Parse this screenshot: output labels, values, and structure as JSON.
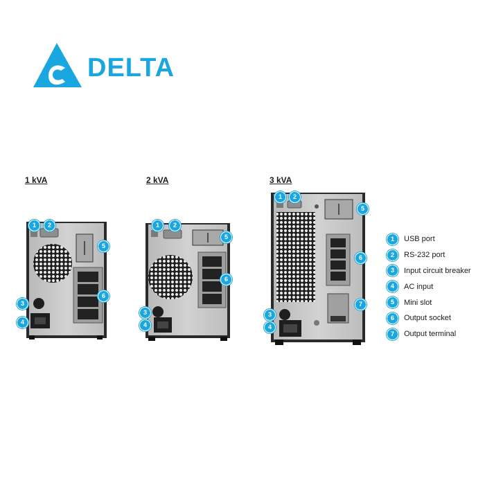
{
  "brand": {
    "logo_text": "DELTA",
    "accent_color": "#1aa7e0",
    "logo_icon": "delta-triangle-logo"
  },
  "models": [
    {
      "title": "1 kVA",
      "badges": [
        "1",
        "2",
        "3",
        "4",
        "5",
        "6"
      ]
    },
    {
      "title": "2 kVA",
      "badges": [
        "1",
        "2",
        "3",
        "4",
        "5",
        "6"
      ]
    },
    {
      "title": "3 kVA",
      "badges": [
        "1",
        "2",
        "3",
        "4",
        "5",
        "6",
        "7"
      ]
    }
  ],
  "legend": [
    {
      "num": "1",
      "label": "USB port"
    },
    {
      "num": "2",
      "label": "RS-232 port"
    },
    {
      "num": "3",
      "label": "Input circuit breaker"
    },
    {
      "num": "4",
      "label": "AC input"
    },
    {
      "num": "5",
      "label": "Mini slot"
    },
    {
      "num": "6",
      "label": "Output socket"
    },
    {
      "num": "7",
      "label": "Output terminal"
    }
  ]
}
